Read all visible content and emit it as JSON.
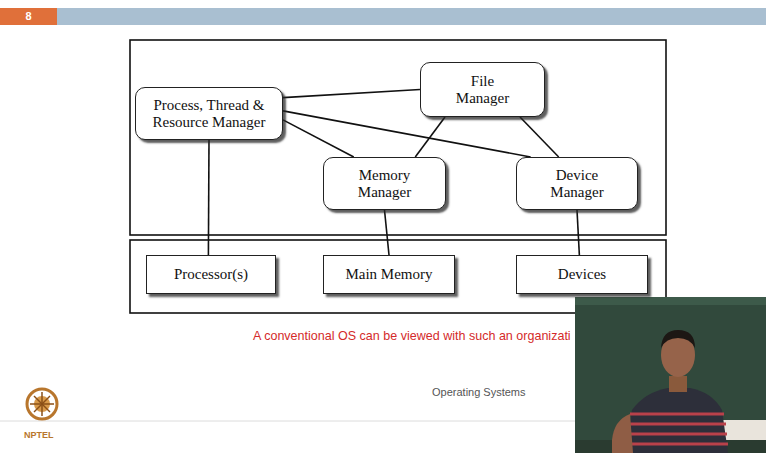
{
  "diagram": {
    "caption": "A conventional OS can be viewed with such an organizati",
    "nodes": [
      {
        "text": [
          "Process, Thread & Resource Manager"
        ]
      },
      {
        "text": [
          "File Manager"
        ]
      },
      {
        "text": [
          "Memory Manager"
        ]
      },
      {
        "text": [
          "Device Manager"
        ]
      },
      {
        "text": [
          "Processor(s)"
        ]
      },
      {
        "text": [
          "Main Memory"
        ]
      },
      {
        "text": [
          "Devices"
        ]
      }
    ],
    "edges": [
      {
        "from": 0,
        "to": 1,
        "arrow": "none"
      },
      {
        "from": 0,
        "to": 2,
        "arrow": "none"
      },
      {
        "from": 0,
        "to": 3,
        "arrow": "none"
      },
      {
        "from": 1,
        "to": 2,
        "arrow": "none"
      },
      {
        "from": 1,
        "to": 3,
        "arrow": "none"
      },
      {
        "from": 0,
        "to": 4,
        "arrow": "none"
      },
      {
        "from": 2,
        "to": 5,
        "arrow": "none"
      },
      {
        "from": 3,
        "to": 6,
        "arrow": "none"
      }
    ],
    "labels": [
      "8",
      "Operating Systems",
      "NPTEL"
    ]
  }
}
